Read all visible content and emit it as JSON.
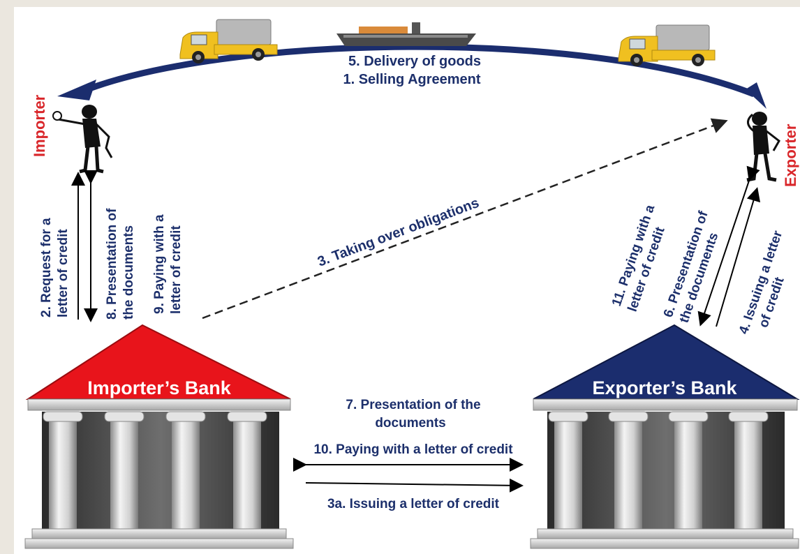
{
  "actors": {
    "importer": "Importer",
    "exporter": "Exporter"
  },
  "banks": {
    "importer_bank": "Importer’s Bank",
    "exporter_bank": "Exporter’s Bank"
  },
  "steps": {
    "delivery": "5. Delivery of goods",
    "selling": "1. Selling Agreement",
    "request_line1": "2. Request for a",
    "request_line2": "letter of credit",
    "presentation8_line1": "8. Presentation of",
    "presentation8_line2": "the documents",
    "paying9_line1": "9. Paying with a",
    "paying9_line2": "letter of credit",
    "taking_over": "3. Taking over obligations",
    "paying11_line1": "11. Paying with a",
    "paying11_line2": "letter of credit",
    "presentation6_line1": "6. Presentation of",
    "presentation6_line2": "the documents",
    "issuing4_line1": "4. Issuing a letter",
    "issuing4_line2": "of credit",
    "presentation7_line1": "7. Presentation of the",
    "presentation7_line2": "documents",
    "paying10": "10. Paying with a letter of credit",
    "issuing3a": "3a. Issuing a letter of credit"
  },
  "colors": {
    "importer_bank": "#e8141b",
    "exporter_bank": "#1b2d6e",
    "label": "#1c2f6b",
    "actor_label": "#d9262a"
  }
}
